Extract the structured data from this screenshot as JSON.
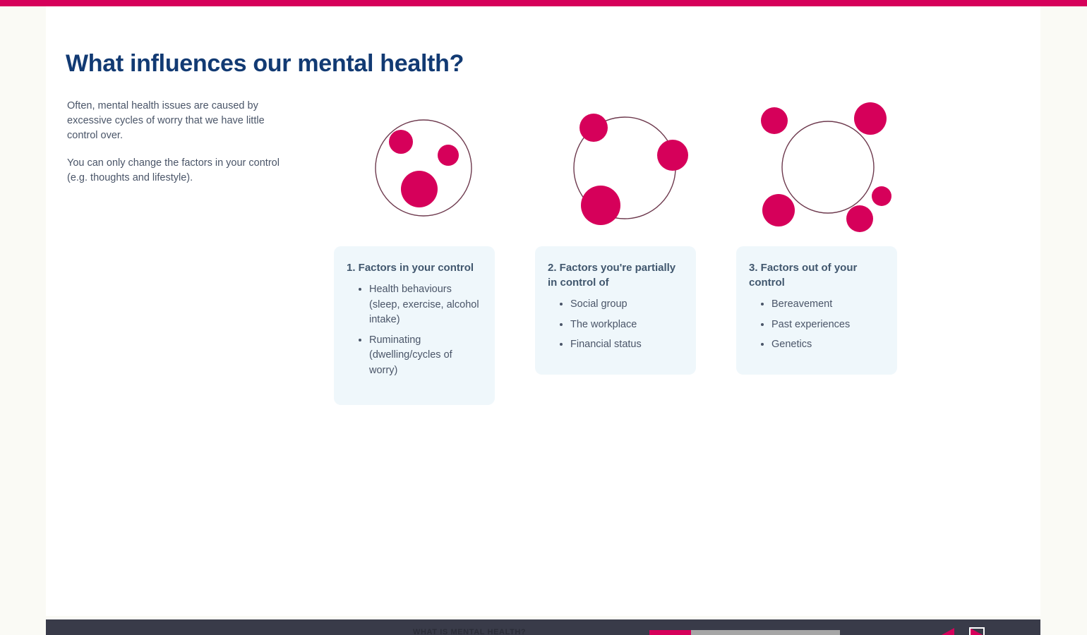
{
  "theme": {
    "accent_pink": "#D6005A",
    "title_blue": "#123A73",
    "card_bg": "#EFF7FB",
    "body_text": "#4A5568",
    "card_heading": "#41576E",
    "page_bg": "#FAFAF5",
    "slide_bg": "#FFFFFF",
    "player_bar": "#393B49"
  },
  "page_title": "What influences our mental health?",
  "intro": {
    "paragraph_1": "Often, mental health issues are caused by excessive cycles of worry that we have little control over.",
    "paragraph_2": "You can only change the factors in your control (e.g. thoughts and lifestyle)."
  },
  "diagrams": [
    {
      "name": "dots-inside-circle",
      "description": "Outer circle with three pink dots fully inside",
      "dot_placement": "inside"
    },
    {
      "name": "dots-on-circle-edge",
      "description": "Circle with three pink dots straddling the boundary",
      "dot_placement": "on-edge"
    },
    {
      "name": "dots-outside-circle",
      "description": "Circle with five pink dots entirely outside",
      "dot_placement": "outside"
    }
  ],
  "cards": [
    {
      "title": "1. Factors in your control",
      "items": [
        "Health behaviours (sleep, exercise, alcohol intake)",
        "Ruminating (dwelling/cycles of worry)"
      ]
    },
    {
      "title": "2. Factors you're partially in control of",
      "items": [
        "Social group",
        "The workplace",
        "Financial status"
      ]
    },
    {
      "title": "3. Factors out of your control",
      "items": [
        "Bereavement",
        "Past experiences",
        "Genetics"
      ]
    }
  ],
  "player": {
    "title": "WHAT IS MENTAL HEALTH?",
    "progress_percent": 22,
    "prev_label": "Previous slide",
    "next_label": "Next slide"
  }
}
